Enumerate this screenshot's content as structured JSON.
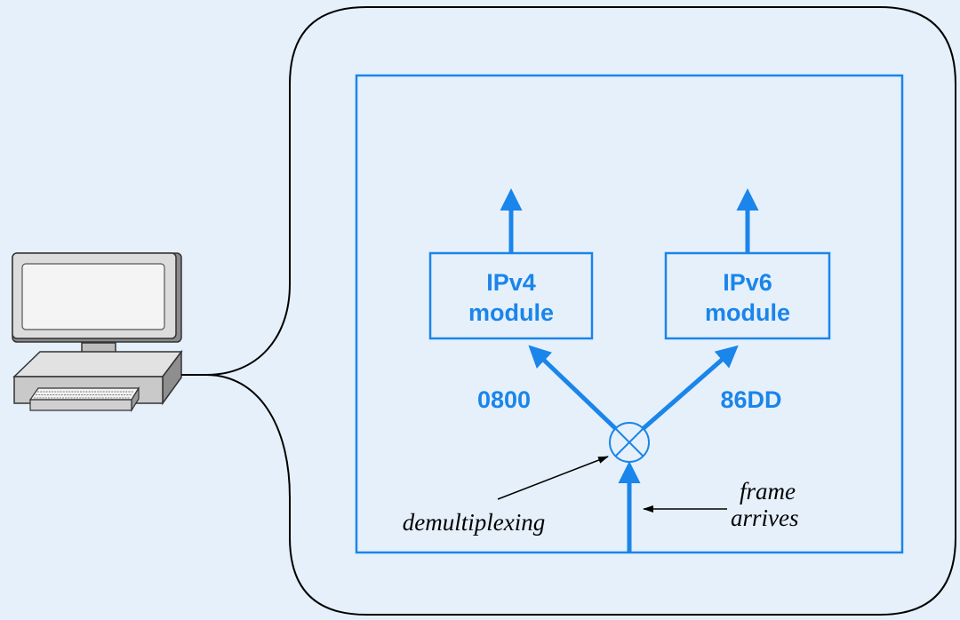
{
  "modules": {
    "ipv4": {
      "line1": "IPv4",
      "line2": "module"
    },
    "ipv6": {
      "line1": "IPv6",
      "line2": "module"
    }
  },
  "type_codes": {
    "ipv4": "0800",
    "ipv6": "86DD"
  },
  "annotations": {
    "demux": "demultiplexing",
    "frame_line1": "frame",
    "frame_line2": "arrives"
  },
  "colors": {
    "accent": "#1a85ea",
    "background": "#e6f0fb",
    "outline": "#000000"
  }
}
